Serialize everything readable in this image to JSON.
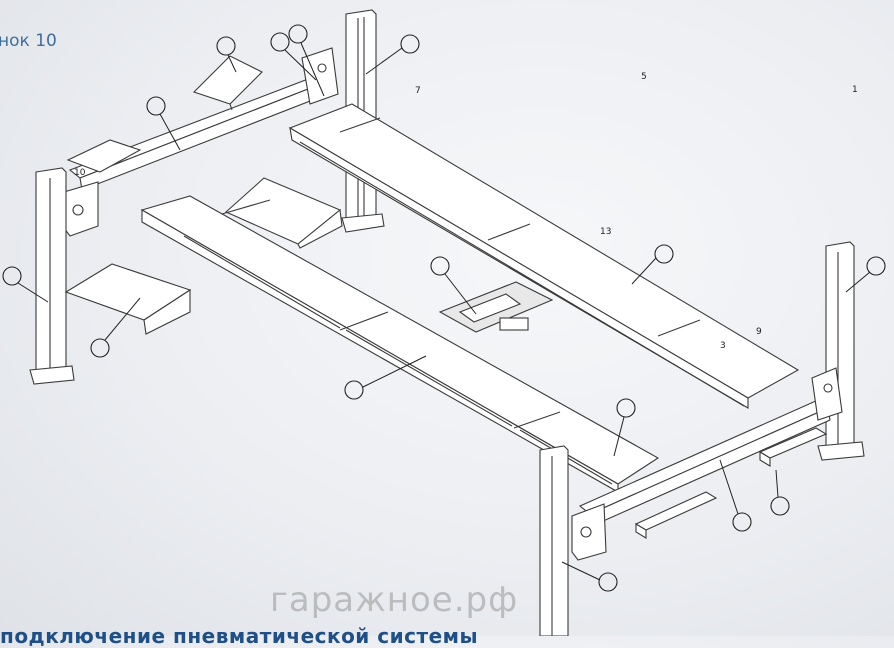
{
  "caption": "нок 10",
  "watermark": "гаражное.рф",
  "bottom_heading": "подключение пневматической системы",
  "part_labels": [
    {
      "id": "label-7",
      "text": "7"
    },
    {
      "id": "label-5",
      "text": "5"
    },
    {
      "id": "label-1",
      "text": "1"
    },
    {
      "id": "label-10",
      "text": "10"
    },
    {
      "id": "label-13",
      "text": "13"
    },
    {
      "id": "label-9",
      "text": "9"
    },
    {
      "id": "label-3",
      "text": "3"
    }
  ]
}
